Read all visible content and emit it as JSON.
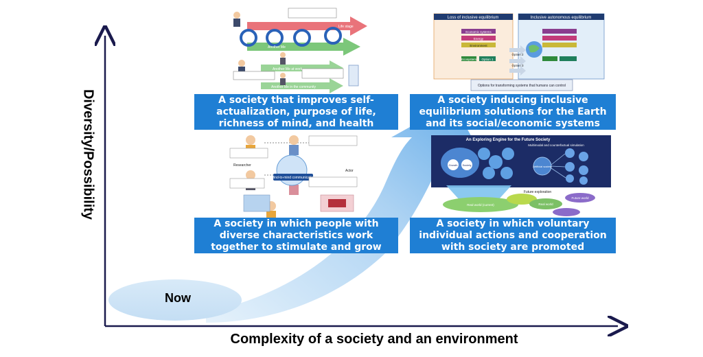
{
  "axes": {
    "x_label": "Complexity of a society and an environment",
    "y_label": "Diversity/Possibility"
  },
  "now_label": "Now",
  "captions": [
    {
      "id": "self-actualization",
      "lines": [
        "A society that improves self-",
        "actualization, purpose of life,",
        "richness of mind, and health"
      ]
    },
    {
      "id": "inclusive-equilibrium",
      "lines": [
        "A society inducing inclusive",
        "equilibrium solutions for the Earth",
        "and its social/economic systems"
      ]
    },
    {
      "id": "diverse-characteristics",
      "lines": [
        "A society in which people with",
        "diverse characteristics work",
        "together to stimulate and grow"
      ]
    },
    {
      "id": "voluntary-actions",
      "lines": [
        "A society in which voluntary",
        "individual actions and cooperation",
        "with society are promoted"
      ]
    }
  ],
  "illustrations": {
    "top_left": {
      "labels": [
        "Another Me",
        "Another Me at work",
        "Another Me in the community",
        "Life stage"
      ]
    },
    "top_right": {
      "panel_left_title": "Loss of inclusive equilibrium",
      "panel_right_title": "Inclusive autonomous equilibrium",
      "labels": [
        "Economic systems",
        "Energy",
        "Environment",
        "Ecosystem",
        "Option 1",
        "Option 2",
        "Option 3"
      ],
      "footer": "Options for transforming systems that humans can control"
    },
    "bottom_left": {
      "center": "Mind-to-mind communication",
      "labels": [
        "Researcher",
        "Actor"
      ]
    },
    "bottom_right": {
      "title": "An Exploring Engine for the Future Society",
      "labels": [
        "Multimodal and counterfactual simulation",
        "Artificial society",
        "Growth",
        "Society",
        "Real world (current)",
        "Real world",
        "Future exploration",
        "Future world"
      ]
    }
  },
  "colors": {
    "caption_bg": "#1f7fd4",
    "arrow_light": "#cfe6f8",
    "arrow_mid": "#7fb9ea",
    "axis": "#1a1a4d"
  }
}
